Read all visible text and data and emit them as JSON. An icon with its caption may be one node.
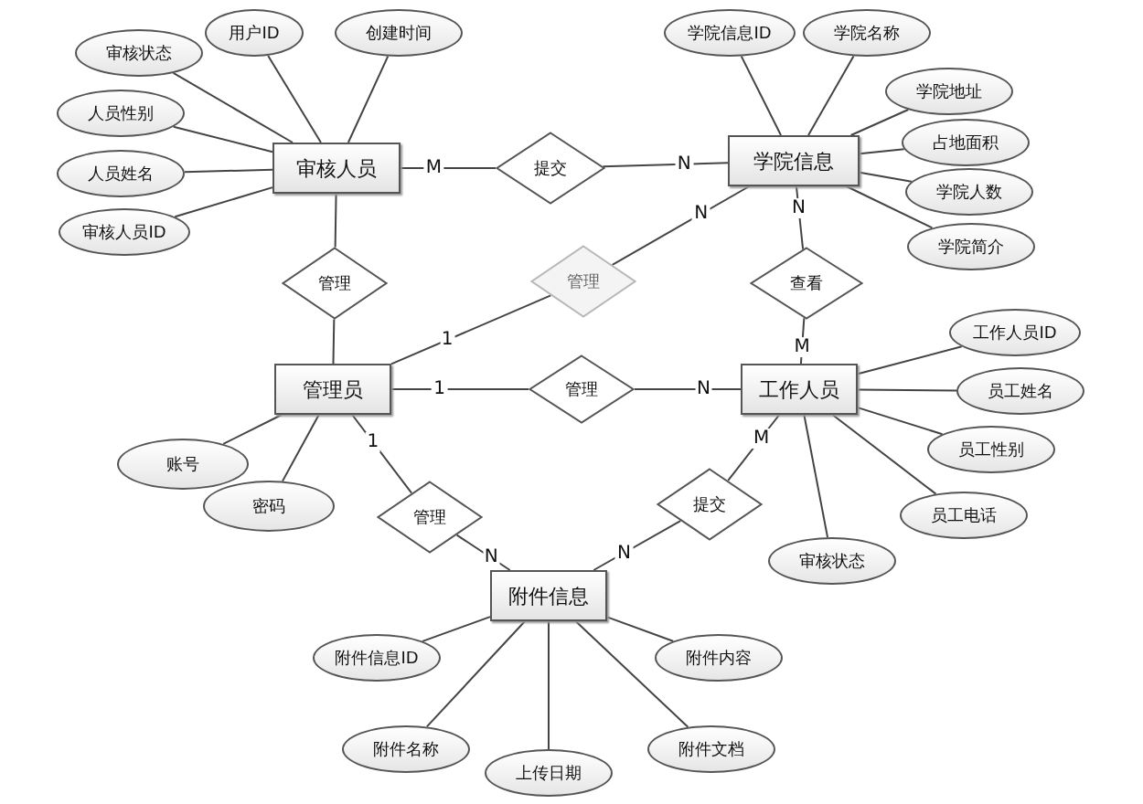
{
  "diagram": {
    "nodes": [
      {
        "text": [
          "审核人员"
        ]
      },
      {
        "text": [
          "学院信息"
        ]
      },
      {
        "text": [
          "管理员"
        ]
      },
      {
        "text": [
          "工作人员"
        ]
      },
      {
        "text": [
          "附件信息"
        ]
      },
      {
        "text": [
          "提交"
        ]
      },
      {
        "text": [
          "管理"
        ]
      },
      {
        "text": [
          "管理"
        ]
      },
      {
        "text": [
          "查看"
        ]
      },
      {
        "text": [
          "管理"
        ]
      },
      {
        "text": [
          "管理"
        ]
      },
      {
        "text": [
          "提交"
        ]
      },
      {
        "text": [
          "审核状态"
        ]
      },
      {
        "text": [
          "用户ID"
        ]
      },
      {
        "text": [
          "创建时间"
        ]
      },
      {
        "text": [
          "人员性别"
        ]
      },
      {
        "text": [
          "人员姓名"
        ]
      },
      {
        "text": [
          "审核人员ID"
        ]
      },
      {
        "text": [
          "学院信息ID"
        ]
      },
      {
        "text": [
          "学院名称"
        ]
      },
      {
        "text": [
          "学院地址"
        ]
      },
      {
        "text": [
          "占地面积"
        ]
      },
      {
        "text": [
          "学院人数"
        ]
      },
      {
        "text": [
          "学院简介"
        ]
      },
      {
        "text": [
          "账号"
        ]
      },
      {
        "text": [
          "密码"
        ]
      },
      {
        "text": [
          "工作人员ID"
        ]
      },
      {
        "text": [
          "员工姓名"
        ]
      },
      {
        "text": [
          "员工性别"
        ]
      },
      {
        "text": [
          "员工电话"
        ]
      },
      {
        "text": [
          "审核状态"
        ]
      },
      {
        "text": [
          "附件信息ID"
        ]
      },
      {
        "text": [
          "附件名称"
        ]
      },
      {
        "text": [
          "上传日期"
        ]
      },
      {
        "text": [
          "附件内容"
        ]
      },
      {
        "text": [
          "附件文档"
        ]
      }
    ],
    "edges": [
      {
        "from": 0,
        "to": 5,
        "arrow": "none",
        "label": "M"
      },
      {
        "from": 5,
        "to": 1,
        "arrow": "none",
        "label": "N"
      },
      {
        "from": 0,
        "to": 6,
        "arrow": "none"
      },
      {
        "from": 6,
        "to": 2,
        "arrow": "none"
      },
      {
        "from": 2,
        "to": 7,
        "arrow": "none",
        "label": "1"
      },
      {
        "from": 7,
        "to": 1,
        "arrow": "none",
        "label": "N"
      },
      {
        "from": 1,
        "to": 8,
        "arrow": "none",
        "label": "N"
      },
      {
        "from": 8,
        "to": 3,
        "arrow": "none",
        "label": "M"
      },
      {
        "from": 2,
        "to": 9,
        "arrow": "none",
        "label": "1"
      },
      {
        "from": 9,
        "to": 3,
        "arrow": "none",
        "label": "N"
      },
      {
        "from": 2,
        "to": 10,
        "arrow": "none",
        "label": "1"
      },
      {
        "from": 10,
        "to": 4,
        "arrow": "none",
        "label": "N"
      },
      {
        "from": 3,
        "to": 11,
        "arrow": "none",
        "label": "M"
      },
      {
        "from": 11,
        "to": 4,
        "arrow": "none",
        "label": "N"
      },
      {
        "from": 0,
        "to": 12,
        "arrow": "none"
      },
      {
        "from": 0,
        "to": 13,
        "arrow": "none"
      },
      {
        "from": 0,
        "to": 14,
        "arrow": "none"
      },
      {
        "from": 0,
        "to": 15,
        "arrow": "none"
      },
      {
        "from": 0,
        "to": 16,
        "arrow": "none"
      },
      {
        "from": 0,
        "to": 17,
        "arrow": "none"
      },
      {
        "from": 1,
        "to": 18,
        "arrow": "none"
      },
      {
        "from": 1,
        "to": 19,
        "arrow": "none"
      },
      {
        "from": 1,
        "to": 20,
        "arrow": "none"
      },
      {
        "from": 1,
        "to": 21,
        "arrow": "none"
      },
      {
        "from": 1,
        "to": 22,
        "arrow": "none"
      },
      {
        "from": 1,
        "to": 23,
        "arrow": "none"
      },
      {
        "from": 2,
        "to": 24,
        "arrow": "none"
      },
      {
        "from": 2,
        "to": 25,
        "arrow": "none"
      },
      {
        "from": 3,
        "to": 26,
        "arrow": "none"
      },
      {
        "from": 3,
        "to": 27,
        "arrow": "none"
      },
      {
        "from": 3,
        "to": 28,
        "arrow": "none"
      },
      {
        "from": 3,
        "to": 29,
        "arrow": "none"
      },
      {
        "from": 3,
        "to": 30,
        "arrow": "none"
      },
      {
        "from": 4,
        "to": 31,
        "arrow": "none"
      },
      {
        "from": 4,
        "to": 32,
        "arrow": "none"
      },
      {
        "from": 4,
        "to": 33,
        "arrow": "none"
      },
      {
        "from": 4,
        "to": 34,
        "arrow": "none"
      },
      {
        "from": 4,
        "to": 35,
        "arrow": "none"
      }
    ]
  }
}
